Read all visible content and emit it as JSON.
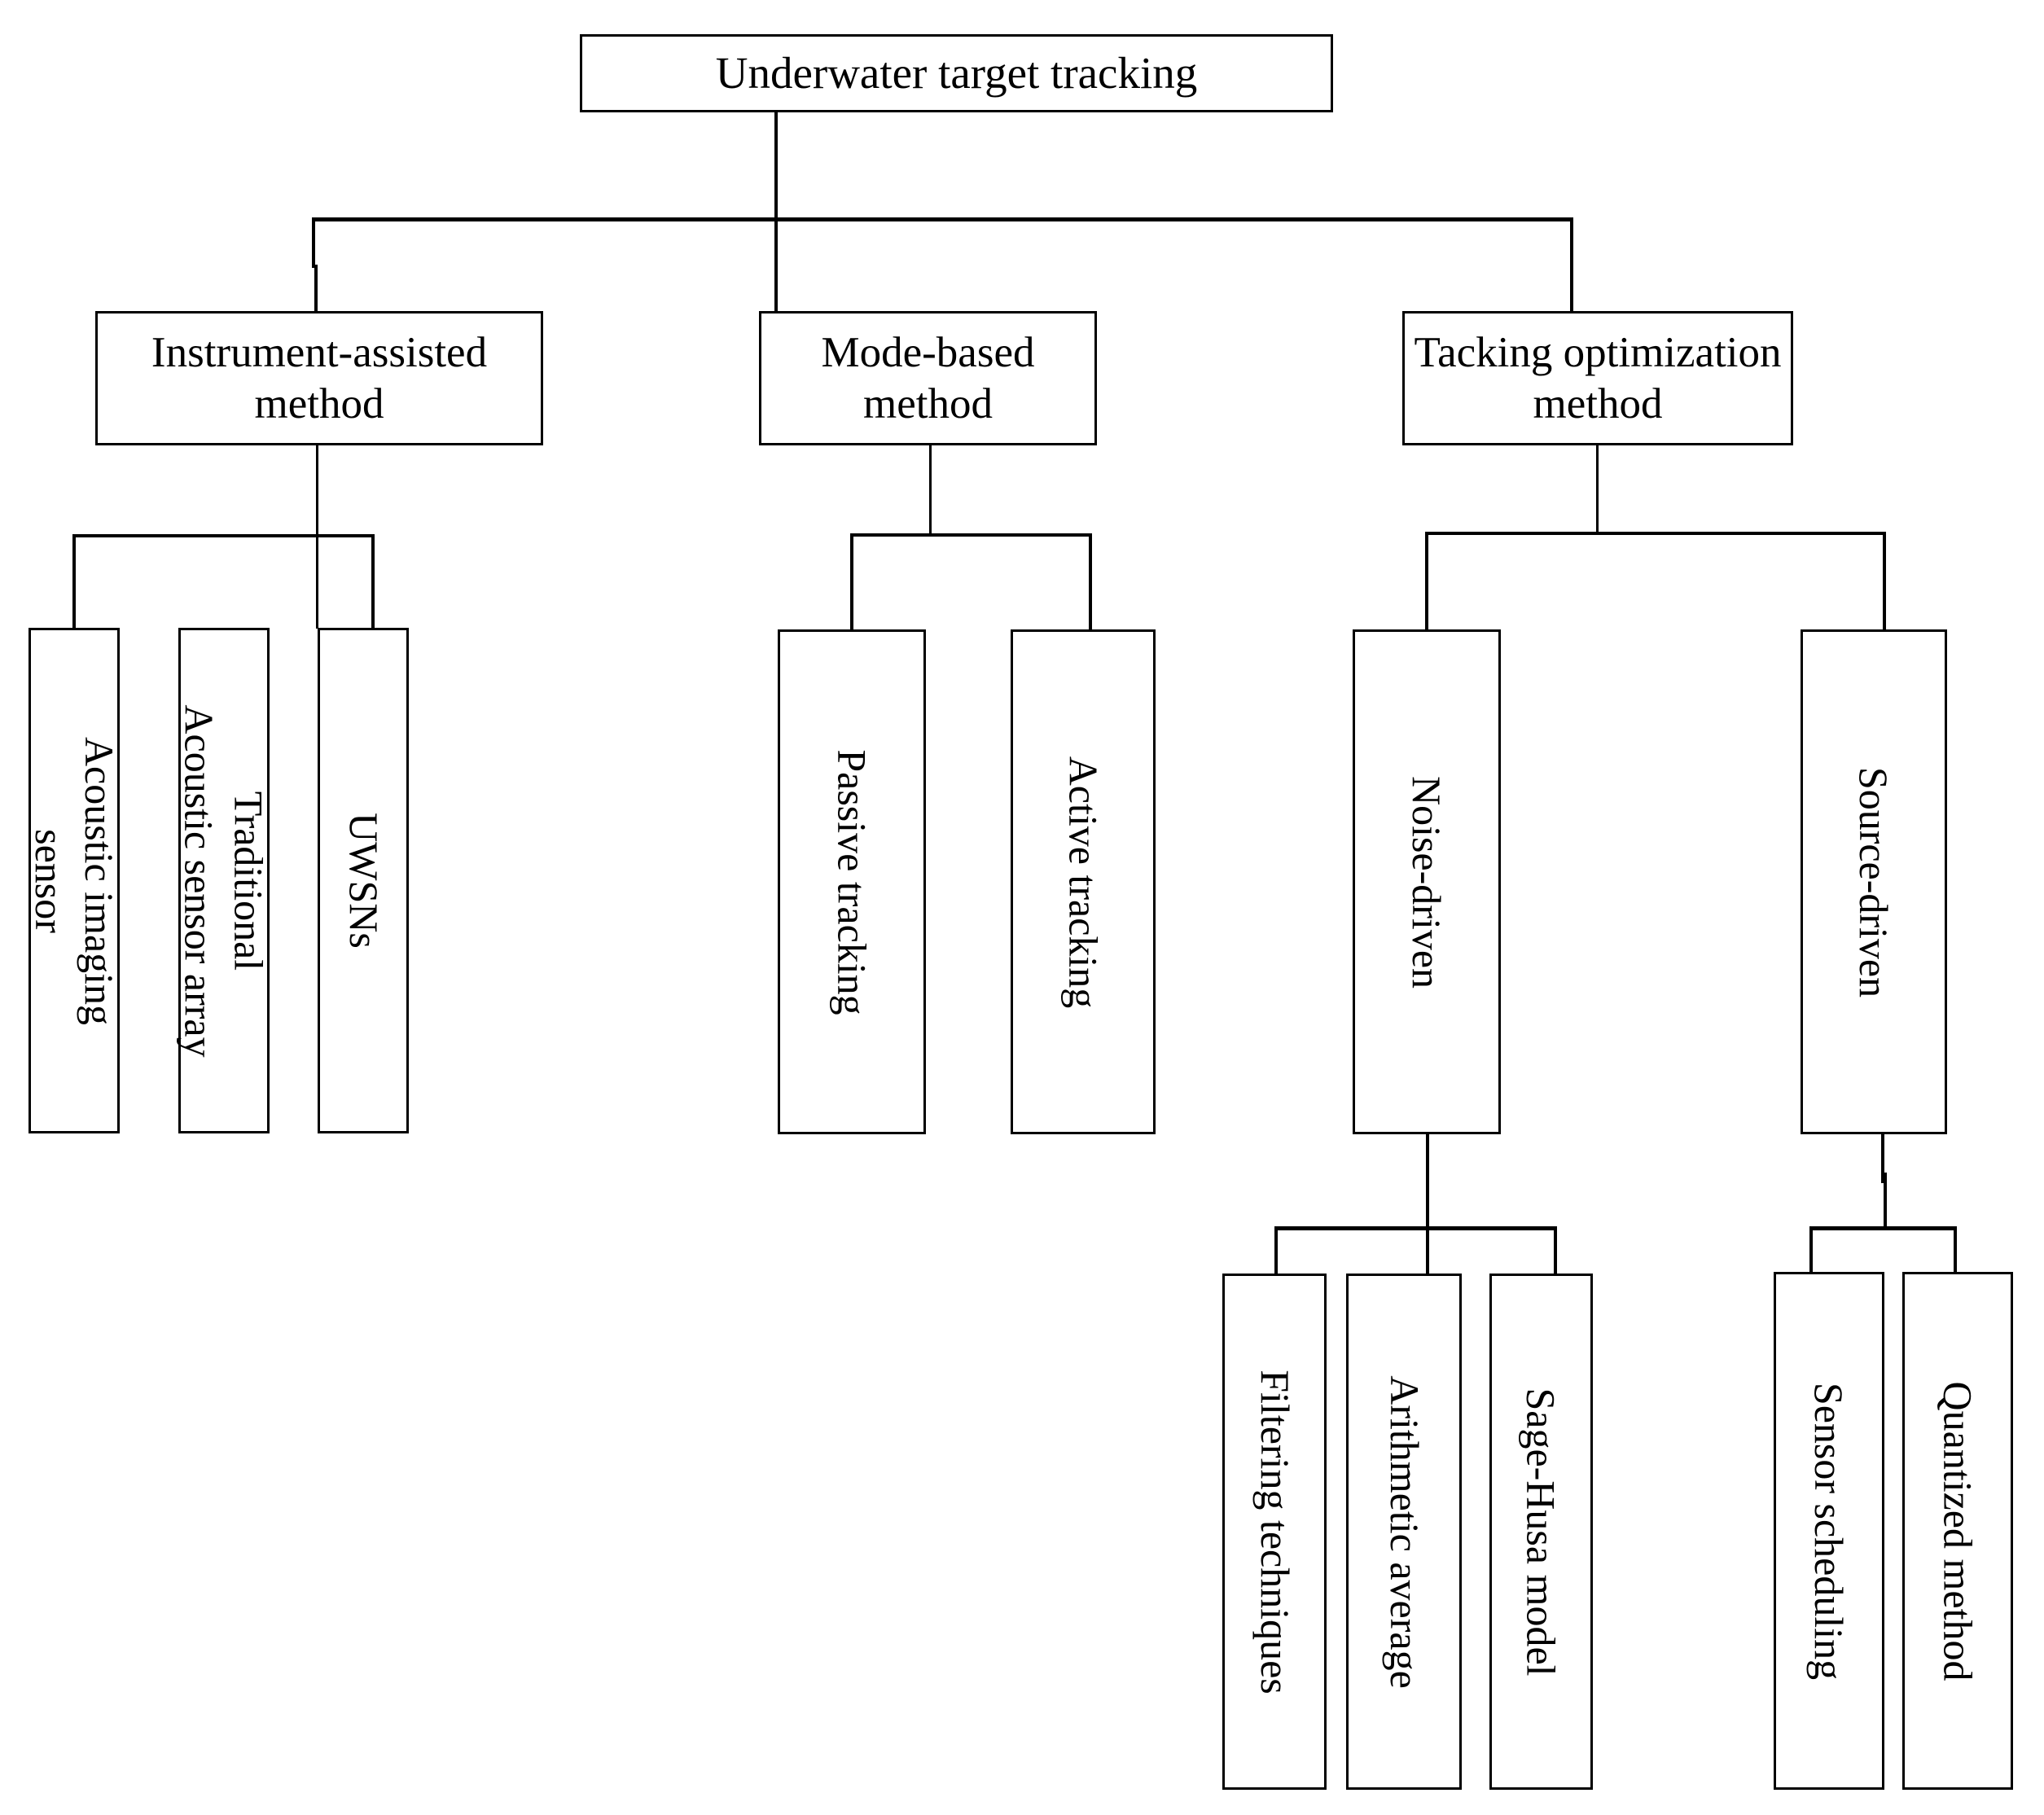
{
  "diagram": {
    "type": "tree-taxonomy",
    "orientation": "top-down",
    "background_color": "#ffffff",
    "line_color": "#000000",
    "text_color": "#000000",
    "root": {
      "id": "root",
      "label": "Underwater target tracking",
      "text_orientation": "horizontal"
    },
    "level2": [
      {
        "id": "instrument",
        "label": "Instrument-assisted\nmethod",
        "text_orientation": "horizontal"
      },
      {
        "id": "mode",
        "label": "Mode-based\nmethod",
        "text_orientation": "horizontal"
      },
      {
        "id": "tacking",
        "label": "Tacking optimization\nmethod",
        "text_orientation": "horizontal"
      }
    ],
    "level3": {
      "instrument": [
        {
          "id": "acoustic-imaging-sensor",
          "label": "Acoustic imaging\nsensor",
          "text_orientation": "vertical"
        },
        {
          "id": "traditional-acoustic-sensor-array",
          "label": "Traditional\nAcoustic sensor array",
          "text_orientation": "vertical"
        },
        {
          "id": "uwsns",
          "label": "UWSNs",
          "text_orientation": "vertical"
        }
      ],
      "mode": [
        {
          "id": "passive-tracking",
          "label": "Passive tracking",
          "text_orientation": "vertical"
        },
        {
          "id": "active-tracking",
          "label": "Active tracking",
          "text_orientation": "vertical"
        }
      ],
      "tacking": [
        {
          "id": "noise-driven",
          "label": "Noise-driven",
          "text_orientation": "vertical"
        },
        {
          "id": "source-driven",
          "label": "Source-driven",
          "text_orientation": "vertical"
        }
      ]
    },
    "level4": {
      "noise-driven": [
        {
          "id": "filtering-techniques",
          "label": "Filtering techniques",
          "text_orientation": "vertical"
        },
        {
          "id": "arithmetic-average",
          "label": "Arithmetic average",
          "text_orientation": "vertical"
        },
        {
          "id": "sage-husa-model",
          "label": "Sage-Husa model",
          "text_orientation": "vertical"
        }
      ],
      "source-driven": [
        {
          "id": "sensor-scheduling",
          "label": "Sensor scheduling",
          "text_orientation": "vertical"
        },
        {
          "id": "quantized-method",
          "label": "Quantized method",
          "text_orientation": "vertical"
        }
      ]
    }
  }
}
